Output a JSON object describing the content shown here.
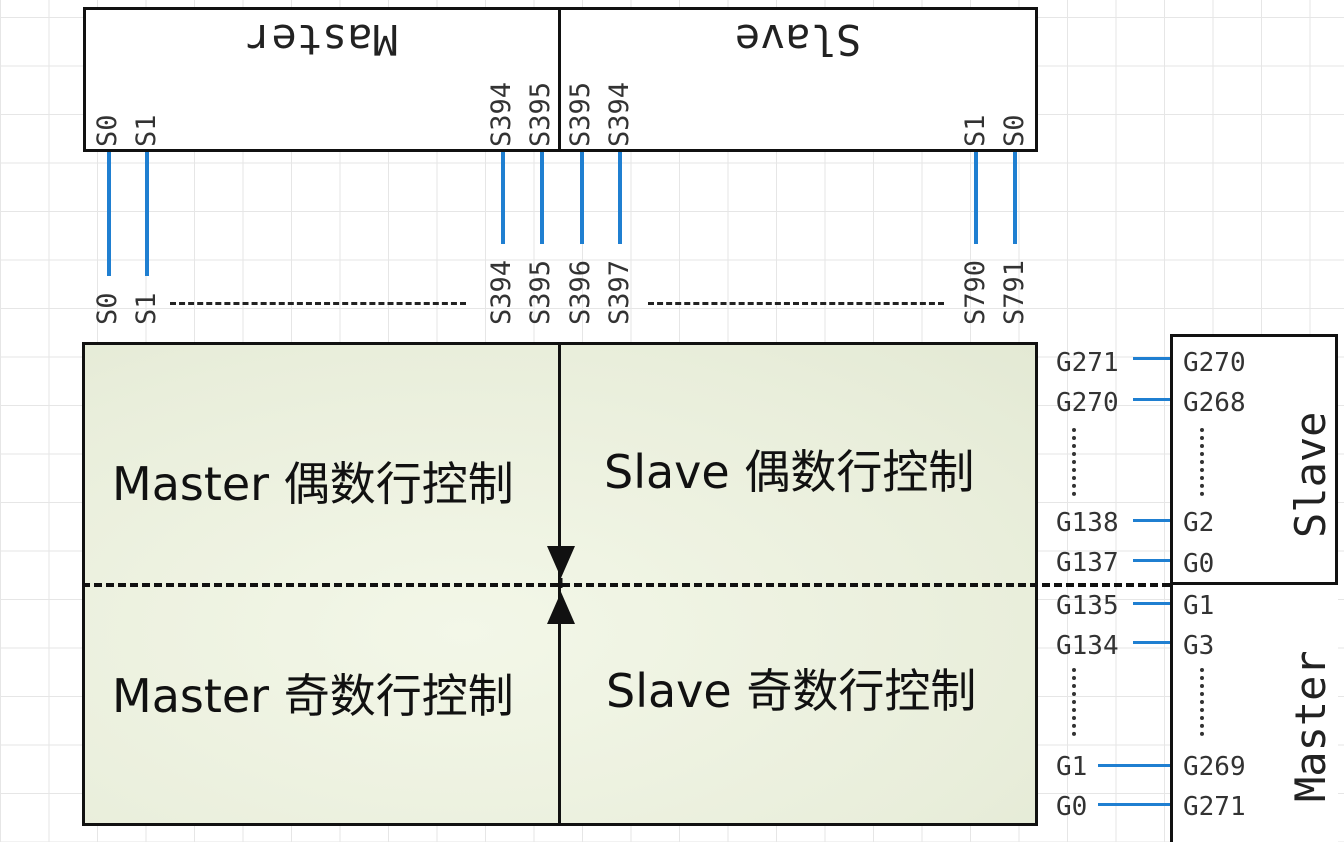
{
  "chips": {
    "master": "Master",
    "slave": "Slave"
  },
  "master_pins": {
    "s0": "S0",
    "s1": "S1",
    "s394": "S394",
    "s395": "S395"
  },
  "slave_pins": {
    "s395": "S395",
    "s394": "S394",
    "s1": "S1",
    "s0": "S0"
  },
  "panel_sources": {
    "s0": "S0",
    "s1": "S1",
    "s394": "S394",
    "s395": "S395",
    "s396": "S396",
    "s397": "S397",
    "s790": "S790",
    "s791": "S791"
  },
  "regions": {
    "master_even": "Master 偶数行控制",
    "slave_even": "Slave 偶数行控制",
    "master_odd": "Master 奇数行控制",
    "slave_odd": "Slave 奇数行控制"
  },
  "gate_panel": [
    "G271",
    "G270",
    "G138",
    "G137",
    "G135",
    "G134",
    "G1",
    "G0"
  ],
  "gate_chip": [
    "G270",
    "G268",
    "G2",
    "G0",
    "G1",
    "G3",
    "G269",
    "G271"
  ],
  "colors": {
    "wire": "#1f7fd1",
    "border": "#111111",
    "panel_fill": "#e9eedb"
  }
}
